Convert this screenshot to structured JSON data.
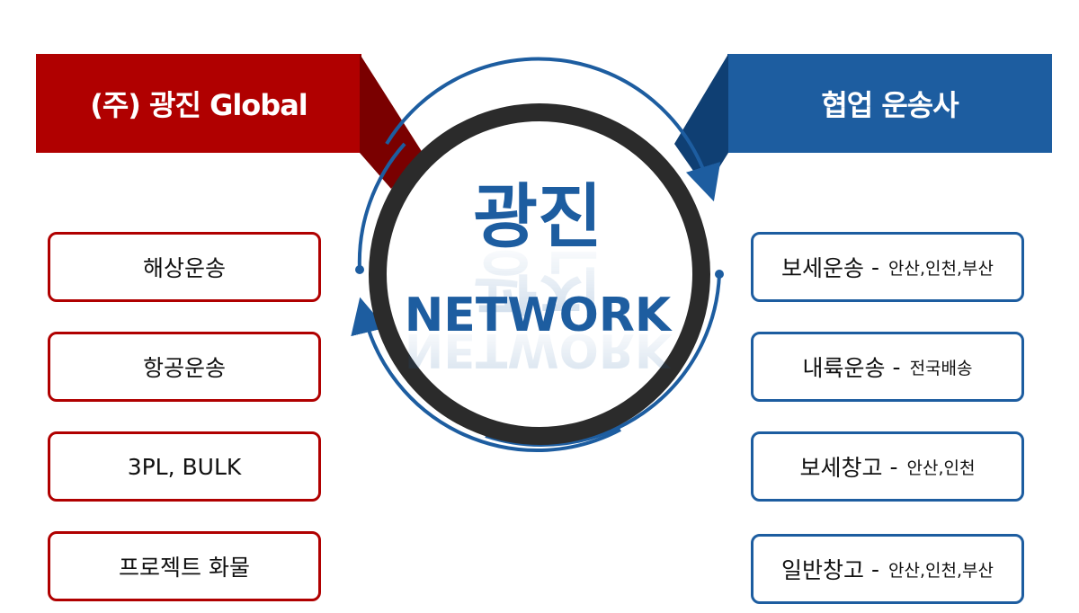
{
  "left": {
    "title": "(주) 광진 Global",
    "items": [
      "해상운송",
      "항공운송",
      "3PL, BULK",
      "프로젝트 화물"
    ]
  },
  "right": {
    "title": "협업 운송사",
    "items": [
      {
        "main": "보세운송",
        "sep": "-",
        "sub": "안산,인천,부산"
      },
      {
        "main": "내륙운송",
        "sep": "-",
        "sub": "전국배송"
      },
      {
        "main": "보세창고",
        "sep": "-",
        "sub": "안산,인천"
      },
      {
        "main": "일반창고",
        "sep": "-",
        "sub": "안산,인천,부산"
      }
    ]
  },
  "center": {
    "title": "광진",
    "subtitle": "NETWORK"
  },
  "colors": {
    "red": "#b00000",
    "red_dark": "#7a0000",
    "blue": "#1d5da0",
    "blue_dark": "#0f3f73",
    "ring": "#2b2b2b"
  }
}
